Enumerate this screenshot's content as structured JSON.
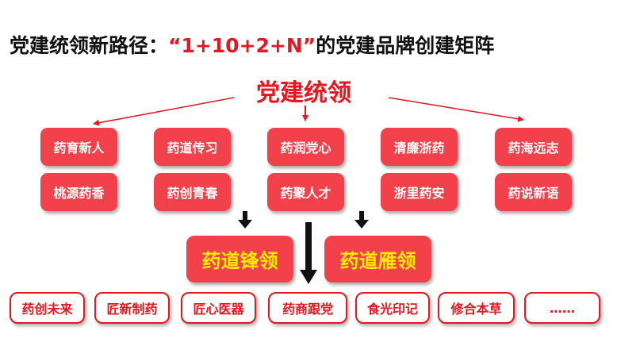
{
  "title": {
    "prefix": "党建统领新路径：",
    "highlight": "“1+10+2+N”",
    "suffix": "的党建品牌创建矩阵"
  },
  "center_heading": "党建统领",
  "brands_row1": [
    "药育新人",
    "药道传习",
    "药润党心",
    "清廉浙药",
    "药海远志"
  ],
  "brands_row2": [
    "桃源药香",
    "药创青春",
    "药聚人才",
    "浙里药安",
    "药说新语"
  ],
  "leaders": [
    "药道锋领",
    "药道雁领"
  ],
  "n_brands": [
    "药创未来",
    "匠新制药",
    "匠心医器",
    "药商跟党",
    "食光印记",
    "修合本草",
    "……"
  ],
  "colors": {
    "accent": "#e8171f",
    "box_fill": "#f2414a",
    "highlight_text": "#ffee00"
  }
}
